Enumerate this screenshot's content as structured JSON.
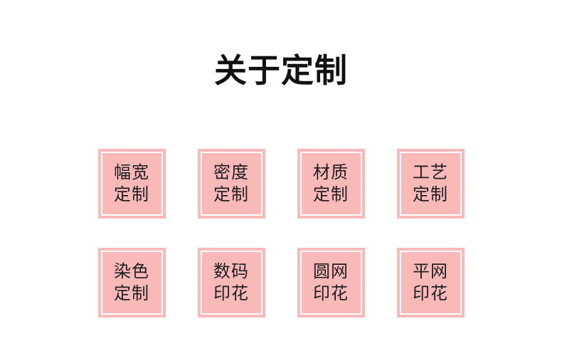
{
  "title": "关于定制",
  "colors": {
    "box_fill": "#f9b9b9",
    "box_inner_border": "#ffffff",
    "box_text": "#1f1f1f",
    "title_color": "#111111"
  },
  "boxes": {
    "row1": [
      {
        "line1": "幅宽",
        "line2": "定制"
      },
      {
        "line1": "密度",
        "line2": "定制"
      },
      {
        "line1": "材质",
        "line2": "定制"
      },
      {
        "line1": "工艺",
        "line2": "定制"
      }
    ],
    "row2": [
      {
        "line1": "染色",
        "line2": "定制"
      },
      {
        "line1": "数码",
        "line2": "印花"
      },
      {
        "line1": "圆网",
        "line2": "印花"
      },
      {
        "line1": "平网",
        "line2": "印花"
      }
    ]
  }
}
